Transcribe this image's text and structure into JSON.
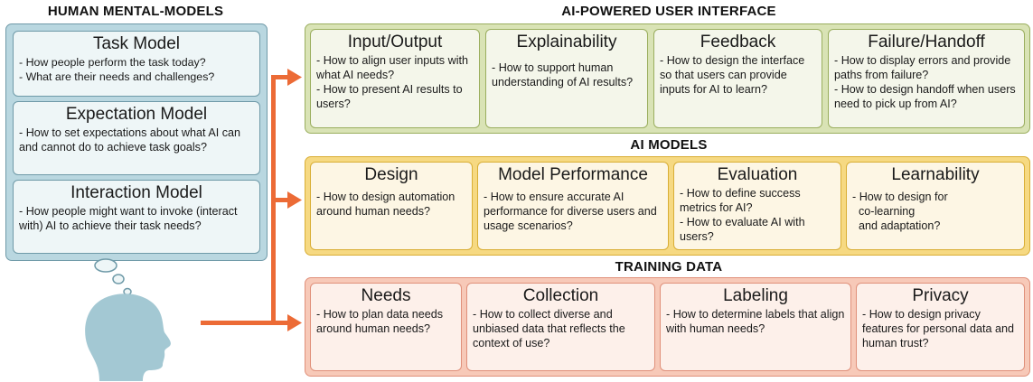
{
  "left": {
    "title": "HUMAN MENTAL-MODELS",
    "cards": [
      {
        "title": "Task Model",
        "body": "- How people perform the task today?\n- What are their needs and challenges?"
      },
      {
        "title": "Expectation Model",
        "body": "- How to set expectations about what AI can and cannot do to achieve task goals?"
      },
      {
        "title": "Interaction Model",
        "body": "- How people might want to invoke (interact with) AI to achieve their task needs?"
      }
    ]
  },
  "ui": {
    "title": "AI-POWERED USER INTERFACE",
    "cards": [
      {
        "title": "Input/Output",
        "body": "- How to align user inputs with what AI needs?\n- How to present AI results to users?"
      },
      {
        "title": "Explainability",
        "body": "- How to support human understanding of AI results?"
      },
      {
        "title": "Feedback",
        "body": "- How to design the interface so that users can provide inputs for AI to learn?"
      },
      {
        "title": "Failure/Handoff",
        "body": "- How to display errors and provide paths from failure?\n- How to design handoff when users need to pick up from AI?"
      }
    ]
  },
  "ai": {
    "title": "AI MODELS",
    "cards": [
      {
        "title": "Design",
        "body": "- How to design automation around human needs?"
      },
      {
        "title": "Model Performance",
        "body": "- How to ensure accurate AI performance for diverse users and usage scenarios?"
      },
      {
        "title": "Evaluation",
        "body": "- How to define success metrics for AI?\n- How to evaluate AI with users?"
      },
      {
        "title": "Learnability",
        "body": "- How to design for co-learning and adaptation?"
      }
    ]
  },
  "td": {
    "title": "TRAINING DATA",
    "cards": [
      {
        "title": "Needs",
        "body": "- How to plan data needs around human needs?"
      },
      {
        "title": "Collection",
        "body": "- How to collect diverse and unbiased data that reflects the context of use?"
      },
      {
        "title": "Labeling",
        "body": "- How to determine labels that align with human needs?"
      },
      {
        "title": "Privacy",
        "body": "- How to design privacy features for personal data and human trust?"
      }
    ]
  }
}
